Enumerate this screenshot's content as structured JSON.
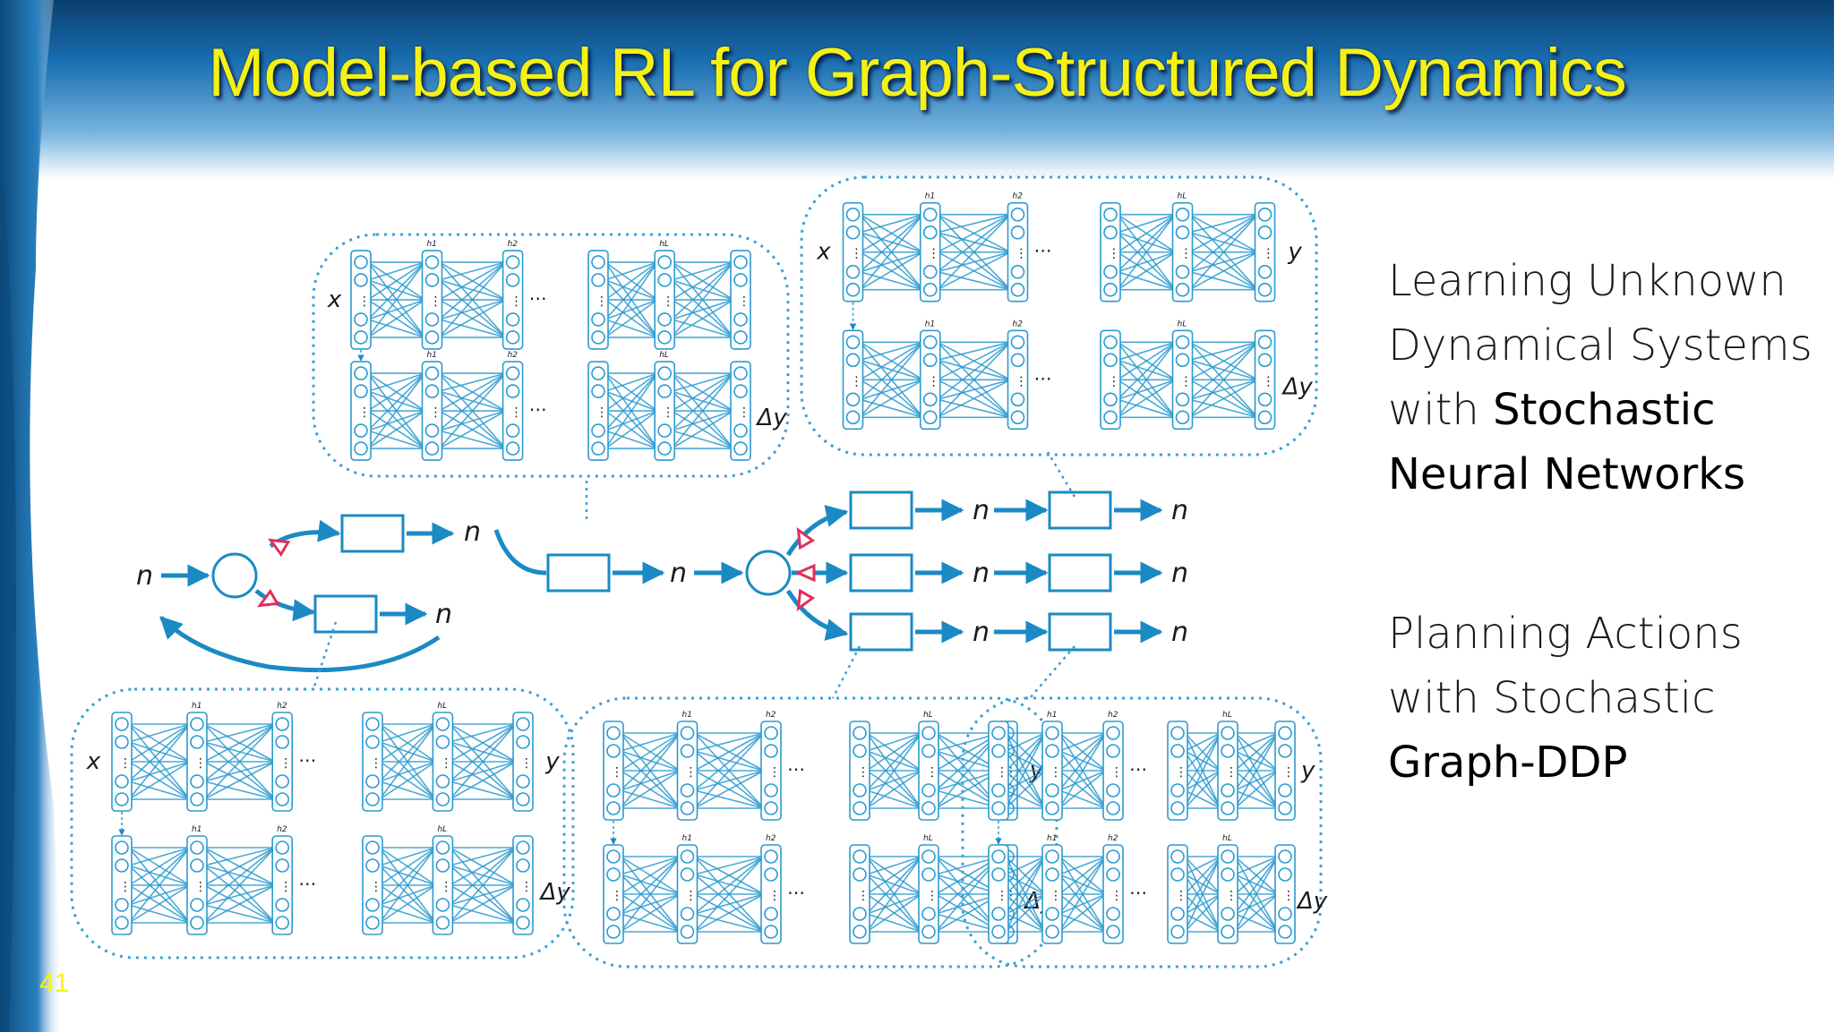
{
  "slide": {
    "title": "Model-based RL for Graph-Structured Dynamics",
    "number": "41"
  },
  "bullets": [
    {
      "line1": "Learning Unknown",
      "line2": "Dynamical Systems",
      "line3_plain": "with ",
      "line3_bold": "Stochastic",
      "line4_bold": "Neural Networks"
    },
    {
      "line1": "Planning Actions",
      "line2": "with Stochastic",
      "line3_bold": "Graph-DDP"
    }
  ],
  "diagram": {
    "node_label": "n",
    "net_input_label": "x",
    "net_output_label": "y",
    "net_delta_label": "Δy",
    "hidden_labels": [
      "h1",
      "h2",
      "hL"
    ],
    "colors": {
      "line": "#2b9bd0",
      "arrow": "#1b8ac4",
      "triangle": "#e0305a",
      "dotted": "#3aa0d6"
    }
  }
}
